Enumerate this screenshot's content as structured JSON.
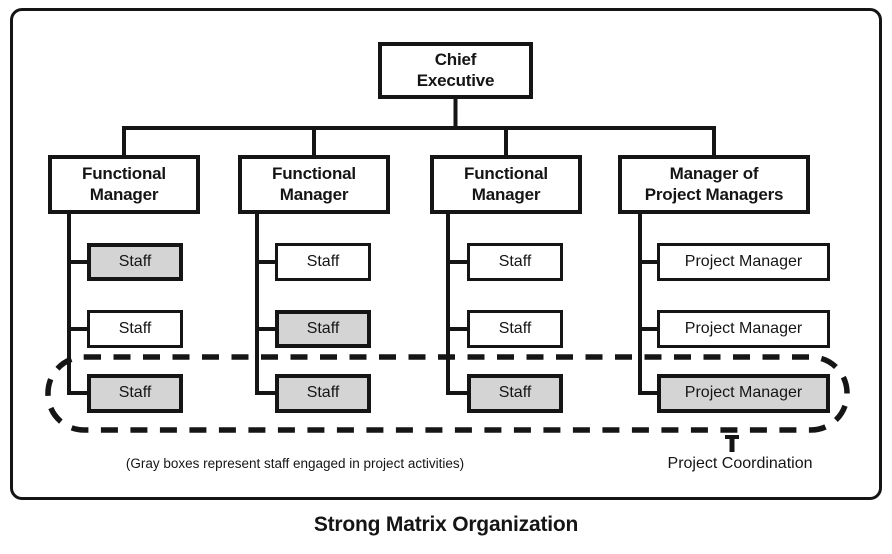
{
  "title": "Strong Matrix Organization",
  "legend_note": "(Gray boxes represent staff engaged in project activities)",
  "coordination_label": "Project Coordination",
  "chief": {
    "line1": "Chief",
    "line2": "Executive"
  },
  "managers": [
    {
      "line1": "Functional",
      "line2": "Manager"
    },
    {
      "line1": "Functional",
      "line2": "Manager"
    },
    {
      "line1": "Functional",
      "line2": "Manager"
    },
    {
      "line1": "Manager of",
      "line2": "Project Managers"
    }
  ],
  "columns": [
    {
      "staff": [
        {
          "label": "Staff",
          "shaded": true
        },
        {
          "label": "Staff",
          "shaded": false
        },
        {
          "label": "Staff",
          "shaded": true
        }
      ]
    },
    {
      "staff": [
        {
          "label": "Staff",
          "shaded": false
        },
        {
          "label": "Staff",
          "shaded": true
        },
        {
          "label": "Staff",
          "shaded": true
        }
      ]
    },
    {
      "staff": [
        {
          "label": "Staff",
          "shaded": false
        },
        {
          "label": "Staff",
          "shaded": false
        },
        {
          "label": "Staff",
          "shaded": true
        }
      ]
    },
    {
      "staff": [
        {
          "label": "Project Manager",
          "shaded": false
        },
        {
          "label": "Project Manager",
          "shaded": false
        },
        {
          "label": "Project Manager",
          "shaded": true
        }
      ]
    }
  ],
  "colors": {
    "line": "#151515",
    "box_background": "#ffffff",
    "shaded_box_background": "#d4d4d4",
    "text": "#151515"
  }
}
